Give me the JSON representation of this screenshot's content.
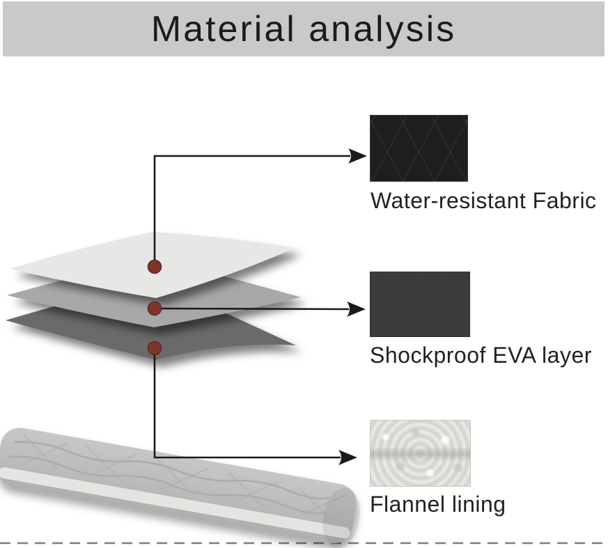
{
  "title_bar": {
    "title": "Material analysis",
    "background_color": "#c9c9c9",
    "text_color": "#1b1b1b"
  },
  "diagram": {
    "type": "exploded-layer-diagram",
    "sheets": [
      {
        "name": "top-sheet",
        "color": "#e8e7e5",
        "points_to": "Water-resistant Fabric"
      },
      {
        "name": "middle-sheet",
        "color": "#a9a8a8",
        "points_to": "Shockproof EVA layer"
      },
      {
        "name": "bottom-sheet",
        "color": "#6a6a6a",
        "points_to": "Flannel lining"
      }
    ],
    "marker_dot_color": "#7d352c",
    "connector_line_color": "#1a1a1a",
    "product_illustration": "quilted-mat"
  },
  "callouts": [
    {
      "label": "Water-resistant Fabric",
      "swatch": "dark-diamond-fabric-swatch"
    },
    {
      "label": "Shockproof EVA layer",
      "swatch": "dark-gray-eva-foam-swatch"
    },
    {
      "label": "Flannel lining",
      "swatch": "white-flannel-fleece-swatch"
    }
  ],
  "footer": {
    "divider_style": "dashed",
    "divider_color": "#7e7e7e"
  }
}
